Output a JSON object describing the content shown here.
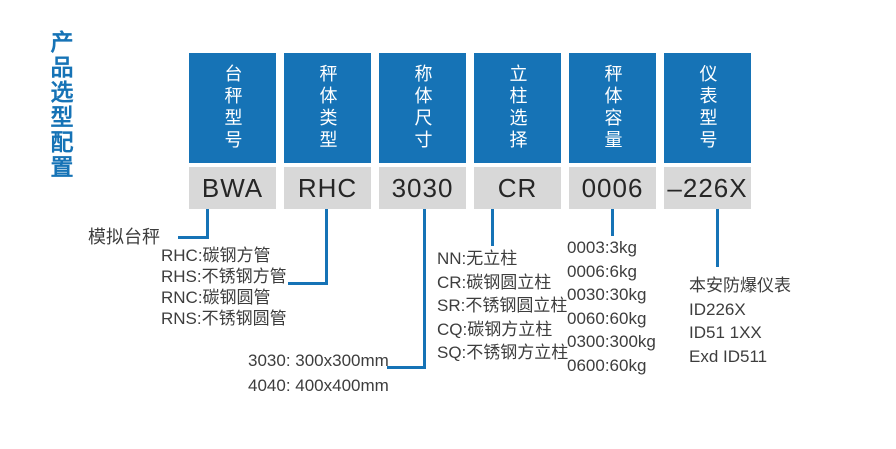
{
  "page_title": "产品选型配置",
  "colors": {
    "primary_blue": "#1673b6",
    "value_box_gray": "#d8d8d8",
    "value_text": "#262626",
    "annotation_text": "#3d3d3d"
  },
  "columns": [
    {
      "header": "台秤型号",
      "value": "BWA"
    },
    {
      "header": "秤体类型",
      "value": "RHC"
    },
    {
      "header": "称体尺寸",
      "value": "3030"
    },
    {
      "header": "立柱选择",
      "value": "CR"
    },
    {
      "header": "秤体容量",
      "value": "0006"
    },
    {
      "header": "仪表型号",
      "value": "–226X"
    }
  ],
  "annotations": {
    "platform_model": {
      "lines": [
        "模拟台秤"
      ]
    },
    "body_type": {
      "lines": [
        "RHC:碳钢方管",
        "RHS:不锈钢方管",
        "RNC:碳钢圆管",
        "RNS:不锈钢圆管"
      ]
    },
    "body_size": {
      "lines": [
        "3030: 300x300mm",
        "4040: 400x400mm"
      ]
    },
    "column_selection": {
      "lines": [
        "NN:无立柱",
        "CR:碳钢圆立柱",
        "SR:不锈钢圆立柱",
        "CQ:碳钢方立柱",
        "SQ:不锈钢方立柱"
      ]
    },
    "capacity": {
      "lines": [
        "0003:3kg",
        "0006:6kg",
        "0030:30kg",
        "0060:60kg",
        "0300:300kg",
        "0600:60kg"
      ]
    },
    "meter_model": {
      "lines": [
        "本安防爆仪表",
        "ID226X",
        "ID51 1XX",
        "Exd ID511"
      ]
    }
  }
}
